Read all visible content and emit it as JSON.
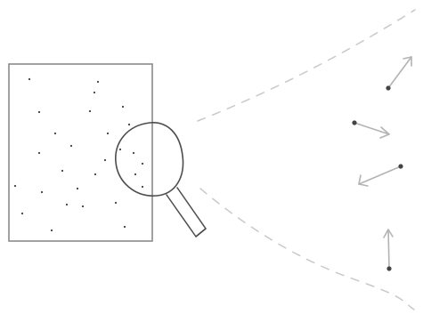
{
  "diagram": {
    "type": "hand-drawn sketch",
    "left_panel": {
      "shape": "rectangle",
      "content": "scattered dots",
      "dot_count": 28
    },
    "magnifier": {
      "shape": "magnifying glass",
      "handle_direction": "down-right"
    },
    "view_cone": {
      "style": "dashed",
      "direction": "right"
    },
    "particles": [
      {
        "arrow_direction": "up-right"
      },
      {
        "arrow_direction": "right"
      },
      {
        "arrow_direction": "left"
      },
      {
        "arrow_direction": "up"
      }
    ]
  },
  "colors": {
    "background": "#ffffff",
    "rectangle_stroke": "#8a8a8a",
    "ink": "#4d4d4d",
    "dot": "#3f3f3f",
    "dashes": "#c9c9c9",
    "arrows": "#b3b3b3",
    "particle": "#444444"
  }
}
